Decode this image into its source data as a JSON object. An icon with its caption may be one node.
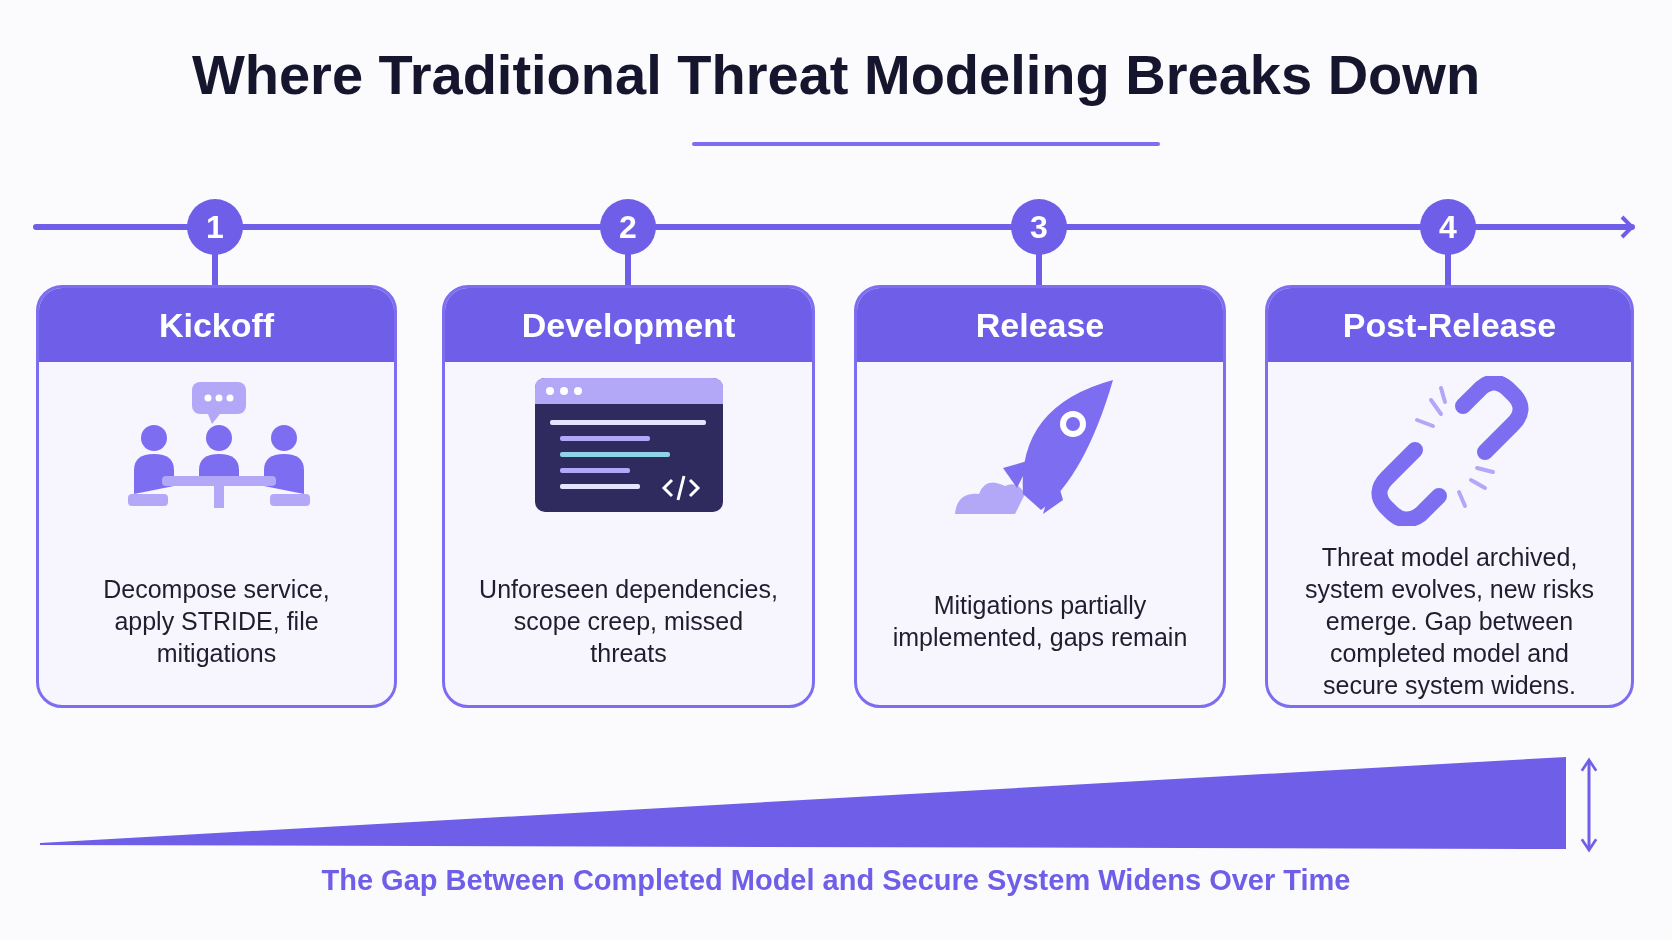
{
  "diagram": {
    "title": "Where Traditional Threat Modeling Breaks Down",
    "caption": "The Gap Between Completed Model and Secure System Widens Over Time",
    "nodes": [
      {
        "text": [
          "1"
        ]
      },
      {
        "text": [
          "2"
        ]
      },
      {
        "text": [
          "3"
        ]
      },
      {
        "text": [
          "4"
        ]
      },
      {
        "text": [
          "Kickoff",
          "Decompose service, apply STRIDE, file mitigations"
        ]
      },
      {
        "text": [
          "Development",
          "Unforeseen dependencies, scope creep, missed threats"
        ]
      },
      {
        "text": [
          "Release",
          "Mitigations partially implemented, gaps remain"
        ]
      },
      {
        "text": [
          "Post-Release",
          "Threat model archived, system evolves, new risks emerge. Gap between completed model and secure system widens."
        ]
      },
      {
        "text": [],
        "shape": "triangle"
      }
    ],
    "edges": [
      {
        "from": null,
        "to": 0,
        "arrow": "none"
      },
      {
        "from": 0,
        "to": 1,
        "arrow": "none"
      },
      {
        "from": 1,
        "to": 2,
        "arrow": "none"
      },
      {
        "from": 2,
        "to": 3,
        "arrow": "none"
      },
      {
        "from": 3,
        "to": null,
        "arrow": "to"
      },
      {
        "from": 0,
        "to": 4,
        "arrow": "none"
      },
      {
        "from": 1,
        "to": 5,
        "arrow": "none"
      },
      {
        "from": 2,
        "to": 6,
        "arrow": "none"
      },
      {
        "from": 3,
        "to": 7,
        "arrow": "none"
      }
    ]
  }
}
